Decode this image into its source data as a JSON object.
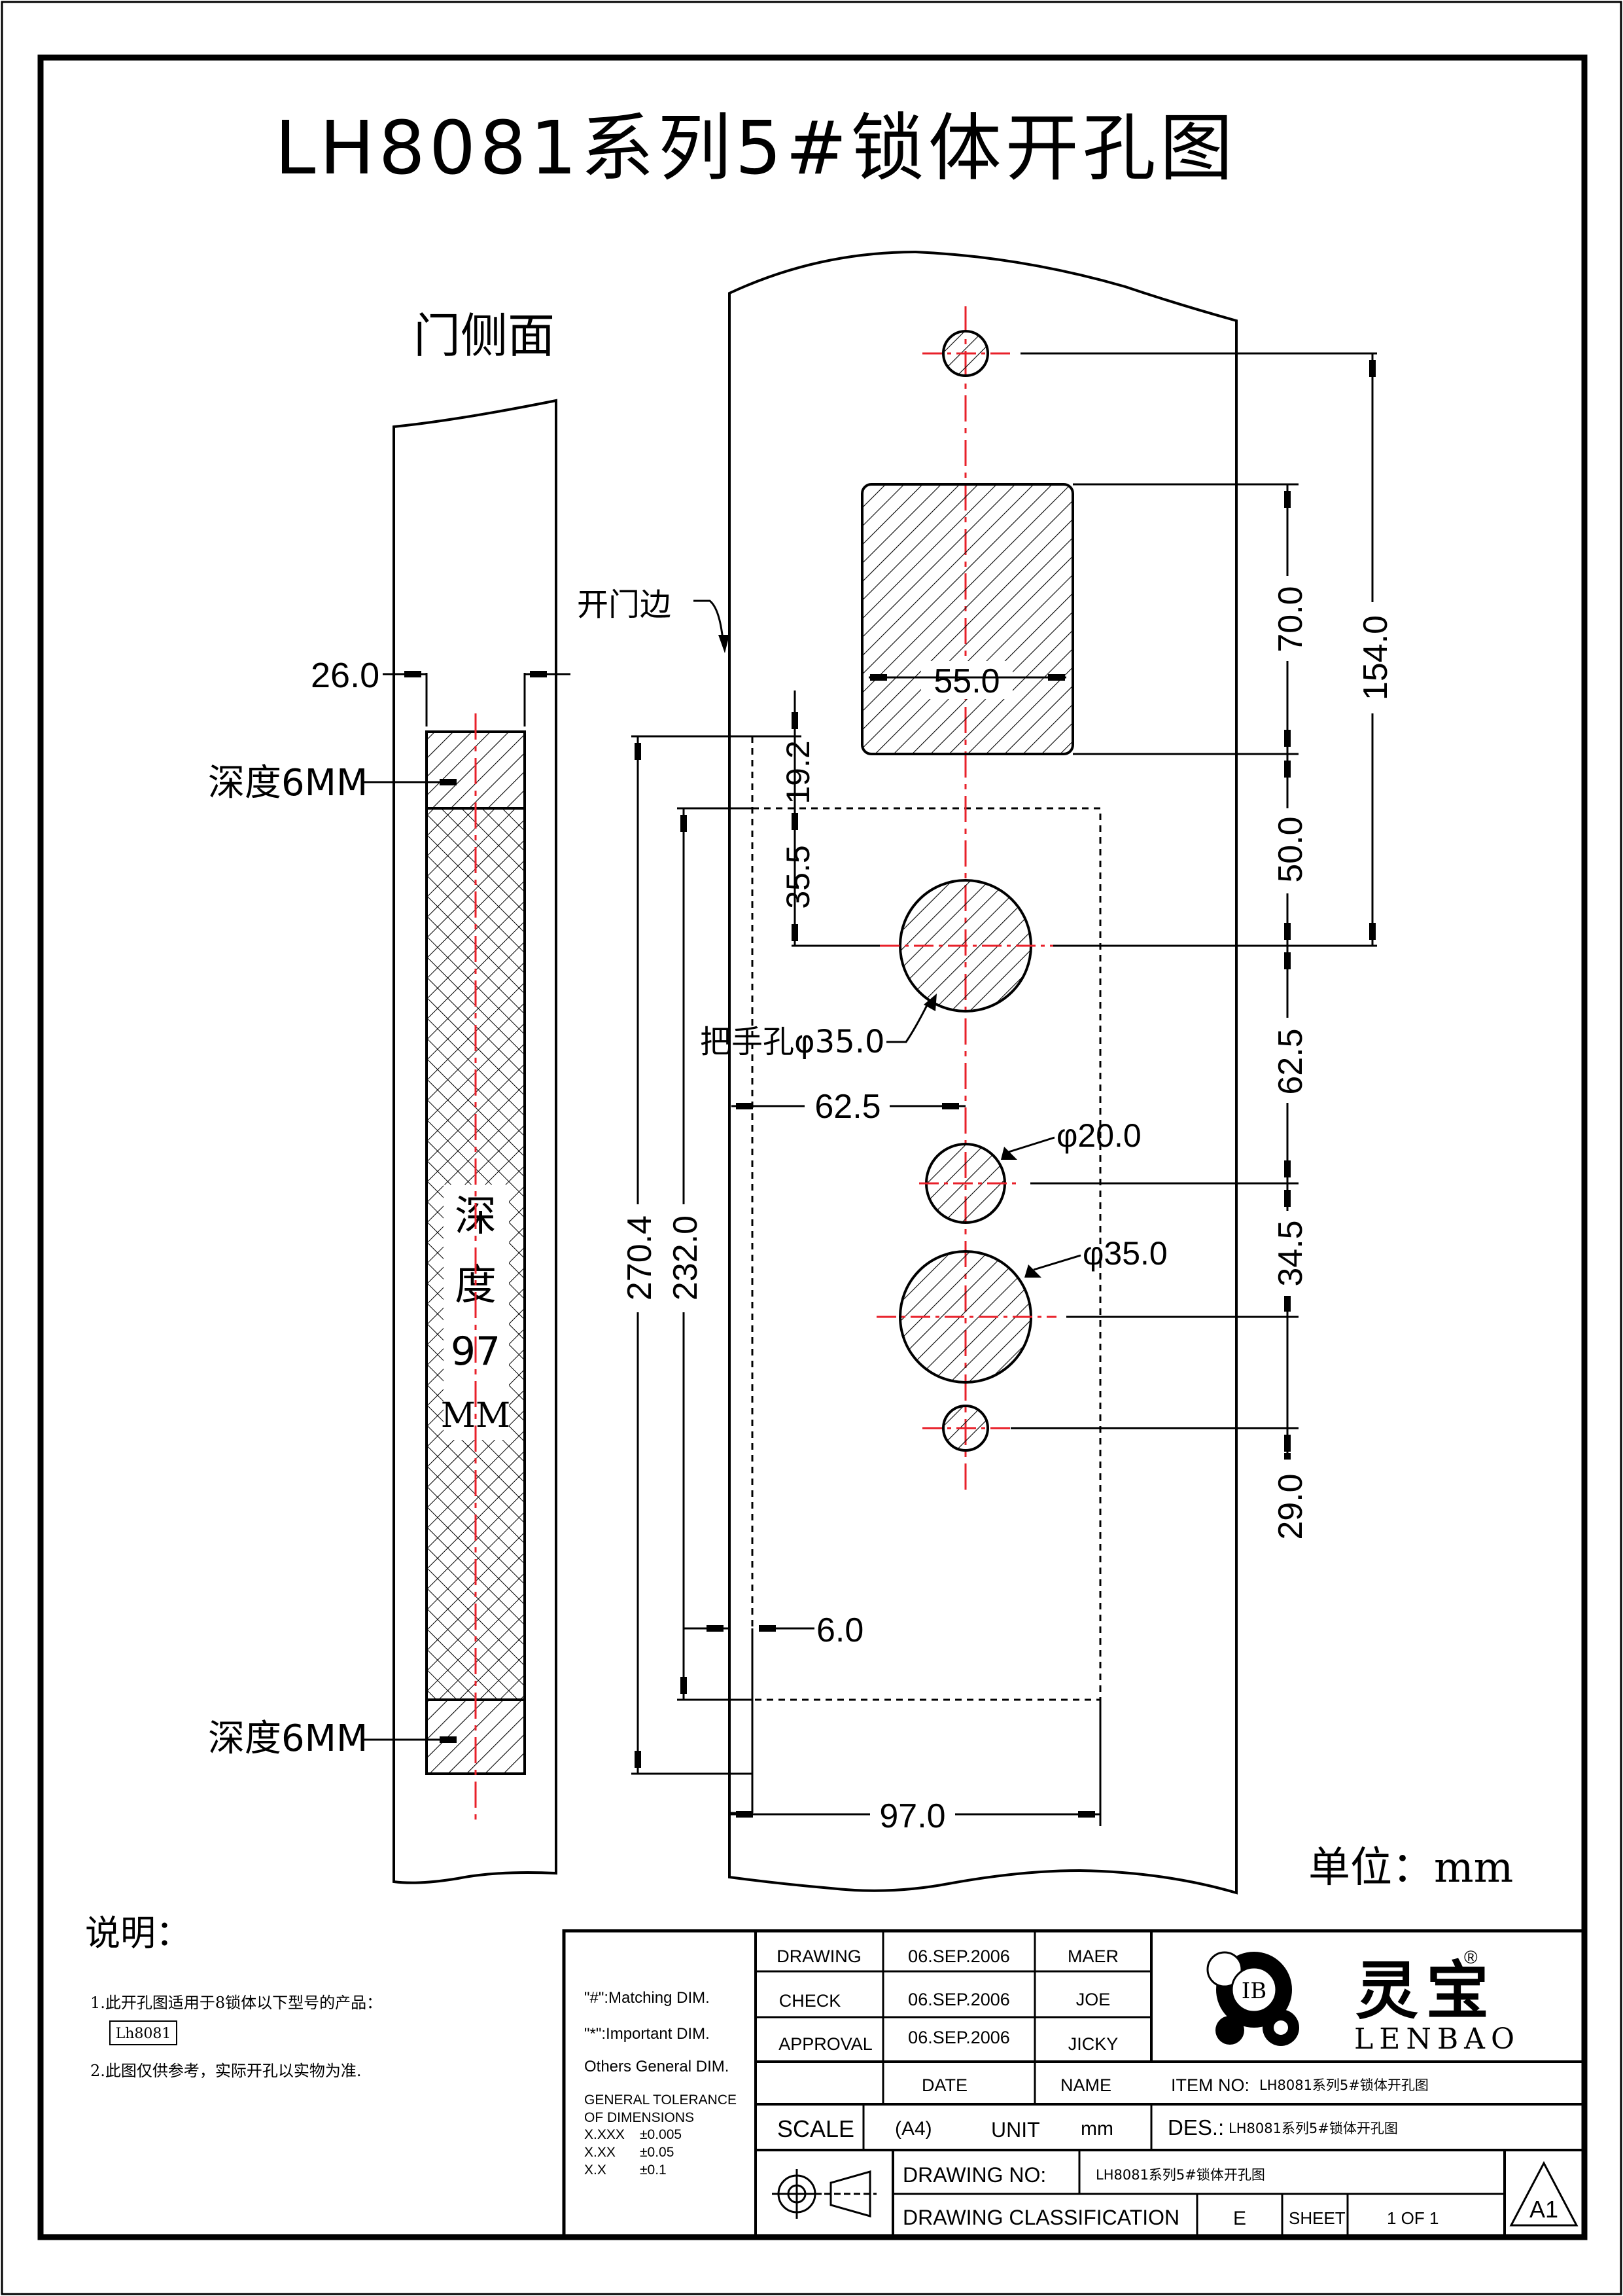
{
  "title": "LH8081系列5#锁体开孔图",
  "side_view": {
    "label": "门侧面",
    "dim_width": "26.0",
    "depth_top": "深度6MM",
    "depth_bottom": "深度6MM",
    "depth_main_chars": [
      "深",
      "度",
      "97",
      "MM"
    ]
  },
  "front_view": {
    "edge_label": "开门边",
    "dims": {
      "rect_width": "55.0",
      "rect_height": "70.0",
      "top_to_handle": "154.0",
      "rect_to_handle": "50.0",
      "handle_to_small": "62.5",
      "small_to_large": "34.5",
      "large_to_bottom": "29.0",
      "offset_top": "19.2",
      "offset_handle": "35.5",
      "total_outer": "270.4",
      "total_inner": "232.0",
      "backset": "62.5",
      "bottom_offset": "6.0",
      "body_width": "97.0"
    },
    "hole_labels": {
      "handle": "把手孔φ35.0",
      "small": "φ20.0",
      "large": "φ35.0"
    }
  },
  "unit_label": "单位：mm",
  "notes": {
    "heading": "说明：",
    "items": [
      "1.此开孔图适用于8锁体以下型号的产品：",
      "2.此图仅供参考，实际开孔以实物为准."
    ],
    "model_box": "Lh8081"
  },
  "title_block": {
    "legend": [
      "\"#\":Matching  DIM.",
      "\"*\":Important  DIM.",
      "Others General  DIM."
    ],
    "tolerance": {
      "heading_line1": "GENERAL TOLERANCE",
      "heading_line2": "OF DIMENSIONS",
      "rows": [
        [
          "X.XXX",
          "±0.005"
        ],
        [
          "X.XX",
          "±0.05"
        ],
        [
          "X.X",
          "±0.1"
        ]
      ]
    },
    "sign_rows": [
      {
        "role": "DRAWING",
        "date": "06.SEP.2006",
        "name": "MAER"
      },
      {
        "role": "CHECK",
        "date": "06.SEP.2006",
        "name": "JOE"
      },
      {
        "role": "APPROVAL",
        "date": "06.SEP.2006",
        "name": "JICKY"
      }
    ],
    "date_header": "DATE",
    "name_header": "NAME",
    "scale_label": "SCALE",
    "scale_value": "(A4)",
    "unit_label": "UNIT",
    "unit_value": "mm",
    "item_no_label": "ITEM NO:",
    "item_no_value": "LH8081系列5#锁体开孔图",
    "des_label": "DES.:",
    "des_value": "LH8081系列5#锁体开孔图",
    "drawing_no_label": "DRAWING NO:",
    "drawing_no_value": "LH8081系列5#锁体开孔图",
    "classification_label": "DRAWING CLASSIFICATION",
    "classification_value": "E",
    "sheet_label": "SHEET",
    "sheet_value": "1 OF 1",
    "revision": "A1",
    "brand_cn": "灵宝",
    "brand_en": "LENBAO",
    "logo_initials": "IB",
    "registered": "®"
  },
  "colors": {
    "line": "#000000",
    "centerline": "#e8202a",
    "background": "#ffffff"
  }
}
